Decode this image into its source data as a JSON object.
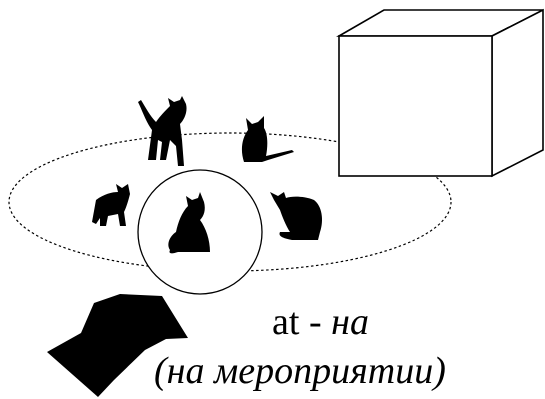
{
  "caption": {
    "word": "at",
    "separator": "-",
    "translation": "на",
    "example": "(на мероприятии)"
  },
  "colors": {
    "ink": "#000000",
    "background": "#ffffff"
  },
  "icons": [
    "cat-silhouette-icon",
    "arrow-icon",
    "cube-icon"
  ]
}
